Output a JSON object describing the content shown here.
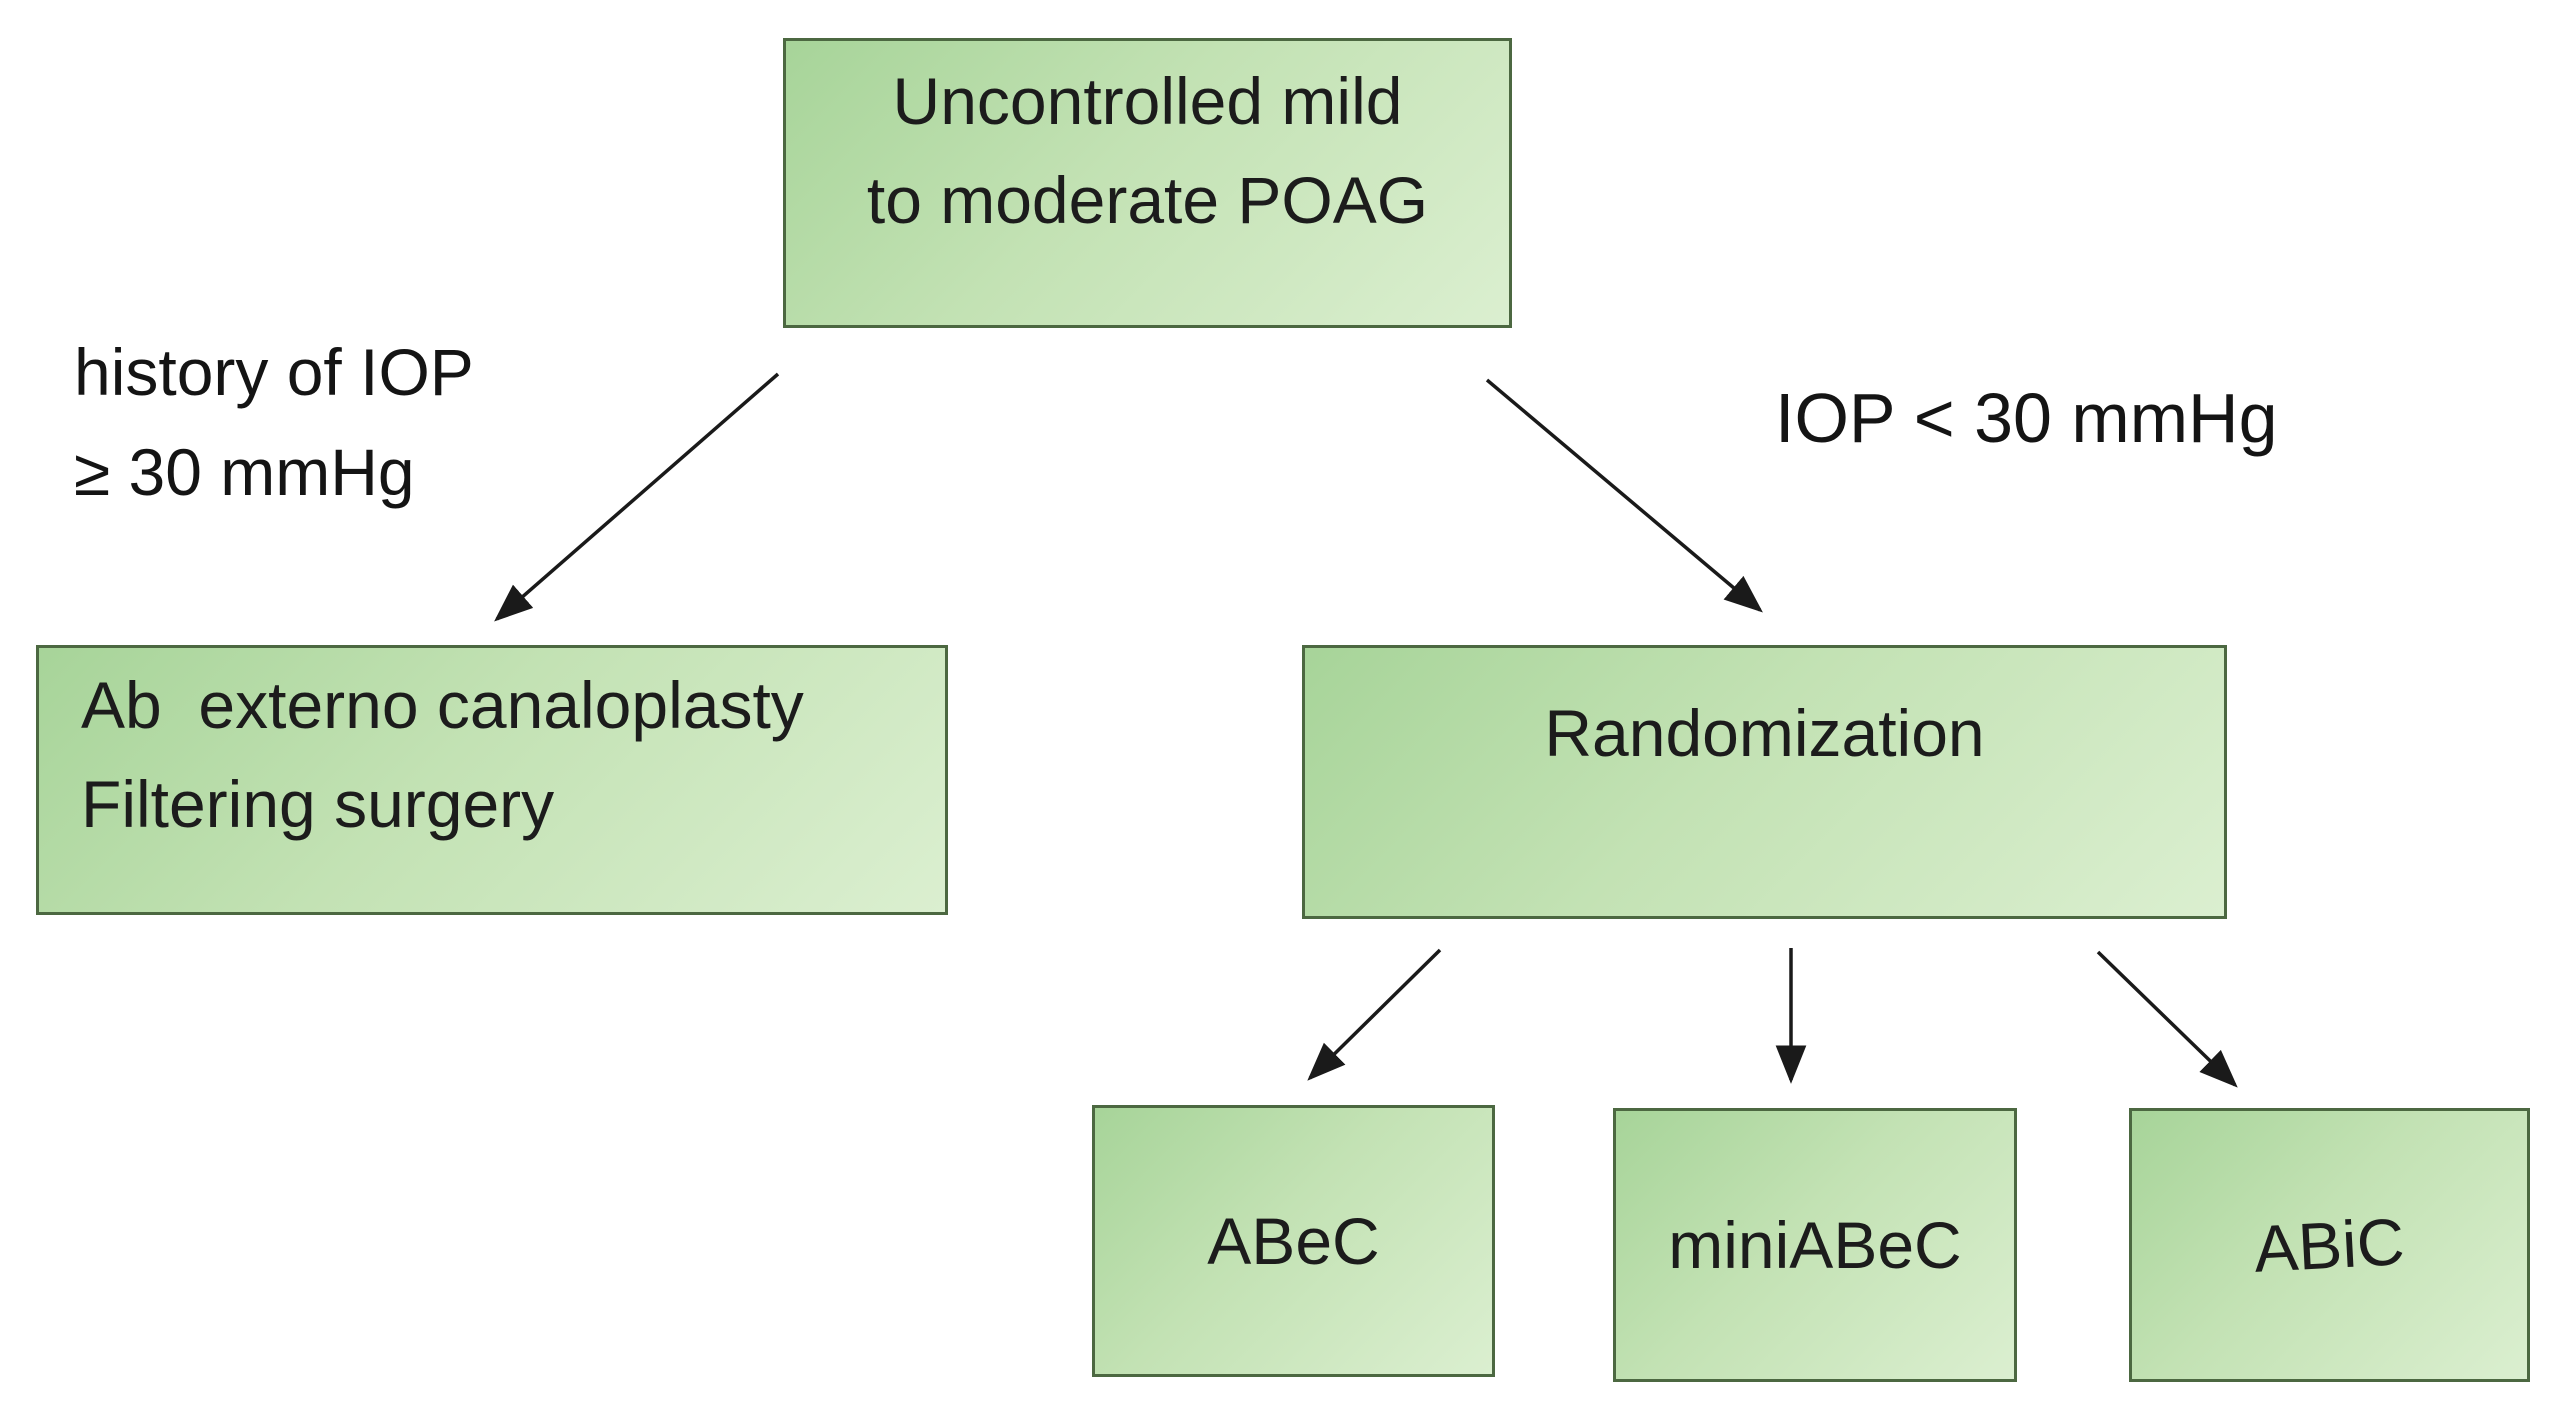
{
  "diagram": {
    "title": "POAG surgical treatment allocation flowchart",
    "colors": {
      "background": "#ffffff",
      "box_border": "#4c6841",
      "box_gradient_start": "#a7d499",
      "box_gradient_end": "#dbefd0",
      "text": "#1c1c1c",
      "arrow": "#1a1a1a"
    },
    "nodes": {
      "root": {
        "label": "Uncontrolled mild\nto moderate POAG"
      },
      "left_outcome": {
        "label": "Ab  externo canaloplasty\nFiltering surgery"
      },
      "randomization": {
        "label": "Randomization"
      },
      "arm_abec": {
        "label": "ABeC"
      },
      "arm_miniabec": {
        "label": "miniABeC"
      },
      "arm_abic": {
        "label": "ABiC"
      }
    },
    "edge_labels": {
      "left_condition": "history of IOP\n≥ 30 mmHg",
      "right_condition": "IOP < 30 mmHg"
    }
  }
}
